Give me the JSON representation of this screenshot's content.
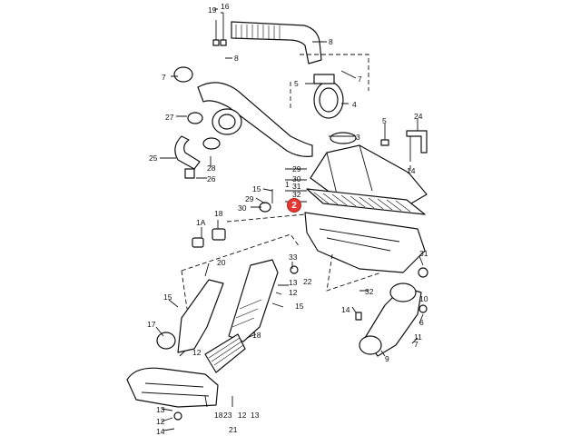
{
  "diagram": {
    "highlight": {
      "label": "2",
      "color": "#e53935"
    },
    "labels": [
      "19",
      "16",
      "8",
      "7",
      "8",
      "5",
      "7",
      "4",
      "27",
      "3",
      "5",
      "24",
      "25",
      "28",
      "26",
      "14",
      "29",
      "30",
      "31",
      "32",
      "1",
      "15",
      "29",
      "30",
      "18",
      "1A",
      "33",
      "31",
      "20",
      "22",
      "13",
      "12",
      "15",
      "17",
      "12",
      "15",
      "32",
      "14",
      "10",
      "18",
      "6",
      "9",
      "7",
      "11",
      "13",
      "12",
      "14",
      "18",
      "23",
      "21",
      "12",
      "13"
    ]
  }
}
